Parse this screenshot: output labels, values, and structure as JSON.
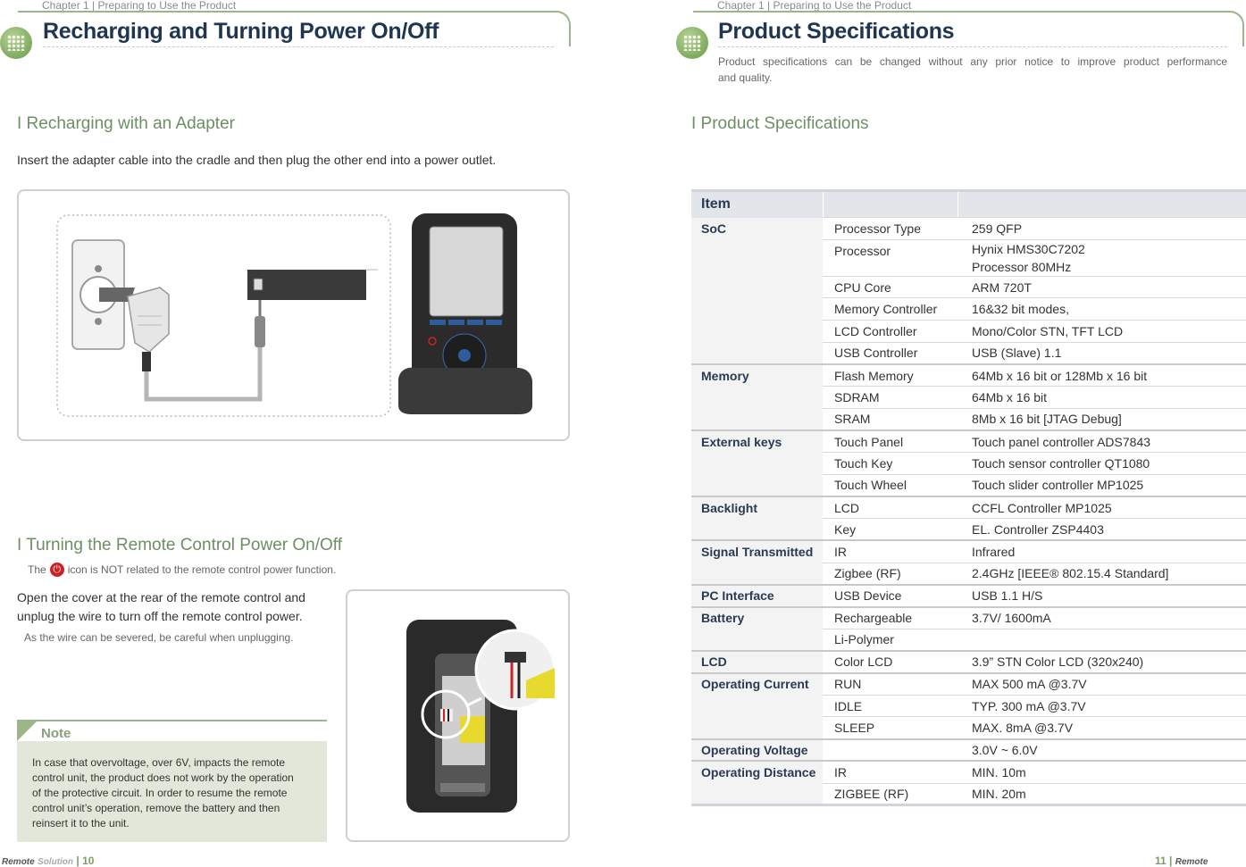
{
  "left_page": {
    "chapter": "Chapter 1 | Preparing to Use the Product",
    "title": "Recharging and Turning Power On/Off",
    "section1": {
      "title": "I Recharging with an Adapter",
      "text": "Insert the adapter cable into the cradle and then plug the other end into a power outlet."
    },
    "section2": {
      "title": "I Turning the Remote Control Power On/Off",
      "hint_before": "The",
      "hint_after": "icon is NOT related to the remote control power function.",
      "text_line1": "Open the cover at the rear of the remote control and",
      "text_line2": "unplug the wire to turn off the remote control power.",
      "caution": "As the wire can be severed, be careful when unplugging."
    },
    "note": {
      "label": "Note",
      "lines": [
        "In case that overvoltage, over 6V, impacts the remote",
        "control unit, the product does not work by the operation",
        "of the protective circuit. In order to resume the remote",
        "control unit’s operation, remove the battery and then",
        "reinsert it to the unit."
      ]
    },
    "device_brand": "R",
    "device_brand_main": "emote",
    "device_brand_sol": "Solution",
    "footer_page": "10"
  },
  "right_page": {
    "chapter": "Chapter 1 | Preparing to Use the Product",
    "title": "Product Specifications",
    "intro_line1": "Product specifications can be changed without any prior notice to improve product performance",
    "intro_line2": "and quality.",
    "section_title": "I Product Specifications",
    "table": {
      "header": "Item",
      "rows": [
        {
          "group": "SoC",
          "item": "Processor Type",
          "spec": "259 QFP"
        },
        {
          "group": "",
          "item": "Processor",
          "spec": "Hynix HMS30C7202",
          "spec2": "Processor 80MHz"
        },
        {
          "group": "",
          "item": "CPU Core",
          "spec": "ARM 720T"
        },
        {
          "group": "",
          "item": "Memory Controller",
          "spec": "16&32 bit modes,"
        },
        {
          "group": "",
          "item": "LCD Controller",
          "spec": "Mono/Color STN, TFT LCD"
        },
        {
          "group": "",
          "item": "USB Controller",
          "spec": "USB (Slave) 1.1"
        },
        {
          "group": "Memory",
          "item": "Flash Memory",
          "spec": "64Mb x 16 bit or 128Mb x 16 bit"
        },
        {
          "group": "",
          "item": "SDRAM",
          "spec": "64Mb x 16 bit"
        },
        {
          "group": "",
          "item": "SRAM",
          "spec": "8Mb x 16 bit [JTAG Debug]"
        },
        {
          "group": "External keys",
          "item": "Touch Panel",
          "spec": "Touch panel controller ADS7843"
        },
        {
          "group": "",
          "item": "Touch Key",
          "spec": "Touch sensor controller QT1080"
        },
        {
          "group": "",
          "item": "Touch Wheel",
          "spec": "Touch slider controller MP1025"
        },
        {
          "group": "Backlight",
          "item": "LCD",
          "spec": "CCFL Controller MP1025"
        },
        {
          "group": "",
          "item": "Key",
          "spec": "EL. Controller ZSP4403"
        },
        {
          "group": "Signal Transmitted",
          "item": "IR",
          "spec": "Infrared"
        },
        {
          "group": "",
          "item": "Zigbee (RF)",
          "spec": "2.4GHz [IEEE® 802.15.4 Standard]"
        },
        {
          "group": "PC Interface",
          "item": "USB Device",
          "spec": "USB 1.1 H/S"
        },
        {
          "group": "Battery",
          "item": "Rechargeable",
          "spec": "3.7V/ 1600mA"
        },
        {
          "group": "",
          "item": "Li-Polymer",
          "spec": ""
        },
        {
          "group": "LCD",
          "item": "Color LCD",
          "spec": "3.9” STN Color LCD (320x240)"
        },
        {
          "group": "Operating Current",
          "item": "RUN",
          "spec": "MAX 500 mA @3.7V"
        },
        {
          "group": "",
          "item": "IDLE",
          "spec": "TYP. 300 mA @3.7V"
        },
        {
          "group": "",
          "item": "SLEEP",
          "spec": "MAX. 8mA @3.7V"
        },
        {
          "group": "Operating Voltage",
          "item": "",
          "spec": "3.0V ~ 6.0V"
        },
        {
          "group": "Operating Distance",
          "item": "IR",
          "spec": "MIN. 10m"
        },
        {
          "group": "",
          "item": "ZIGBEE (RF)",
          "spec": "MIN. 20m"
        }
      ]
    },
    "footer_page": "11"
  },
  "footer_brand": {
    "r": "R",
    "main": "emote",
    "sol": "Solution"
  },
  "colors": {
    "accent_green": "#9cb58a",
    "title_navy": "#1f3550",
    "section_green": "#6d8f63",
    "note_bg": "#e1e8d9",
    "power_red": "#cc2222"
  }
}
